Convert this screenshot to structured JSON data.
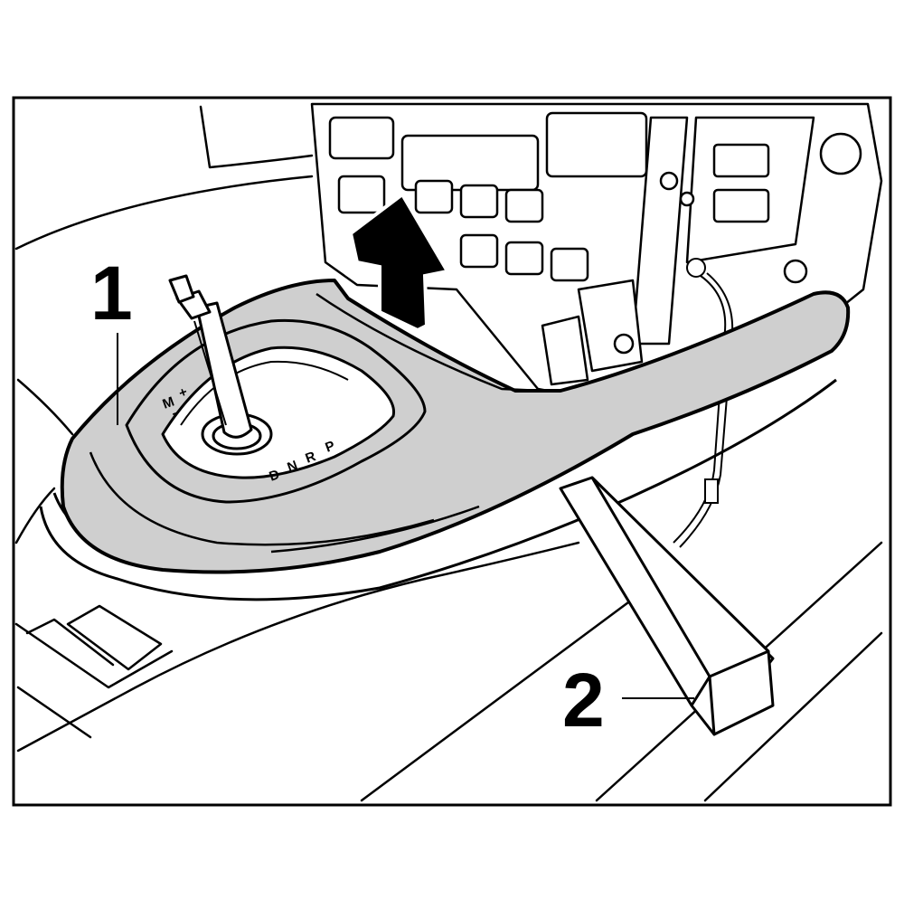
{
  "figure": {
    "callouts": [
      {
        "id": "1",
        "label": "1"
      },
      {
        "id": "2",
        "label": "2"
      }
    ],
    "shifter_marks": {
      "manual": "M",
      "plus": "+",
      "minus": "-",
      "park": "P",
      "reverse": "R",
      "neutral": "N",
      "drive": "D"
    },
    "colors": {
      "ink": "#000000",
      "trim_panel": "#cfcfcf",
      "background": "#ffffff"
    }
  }
}
